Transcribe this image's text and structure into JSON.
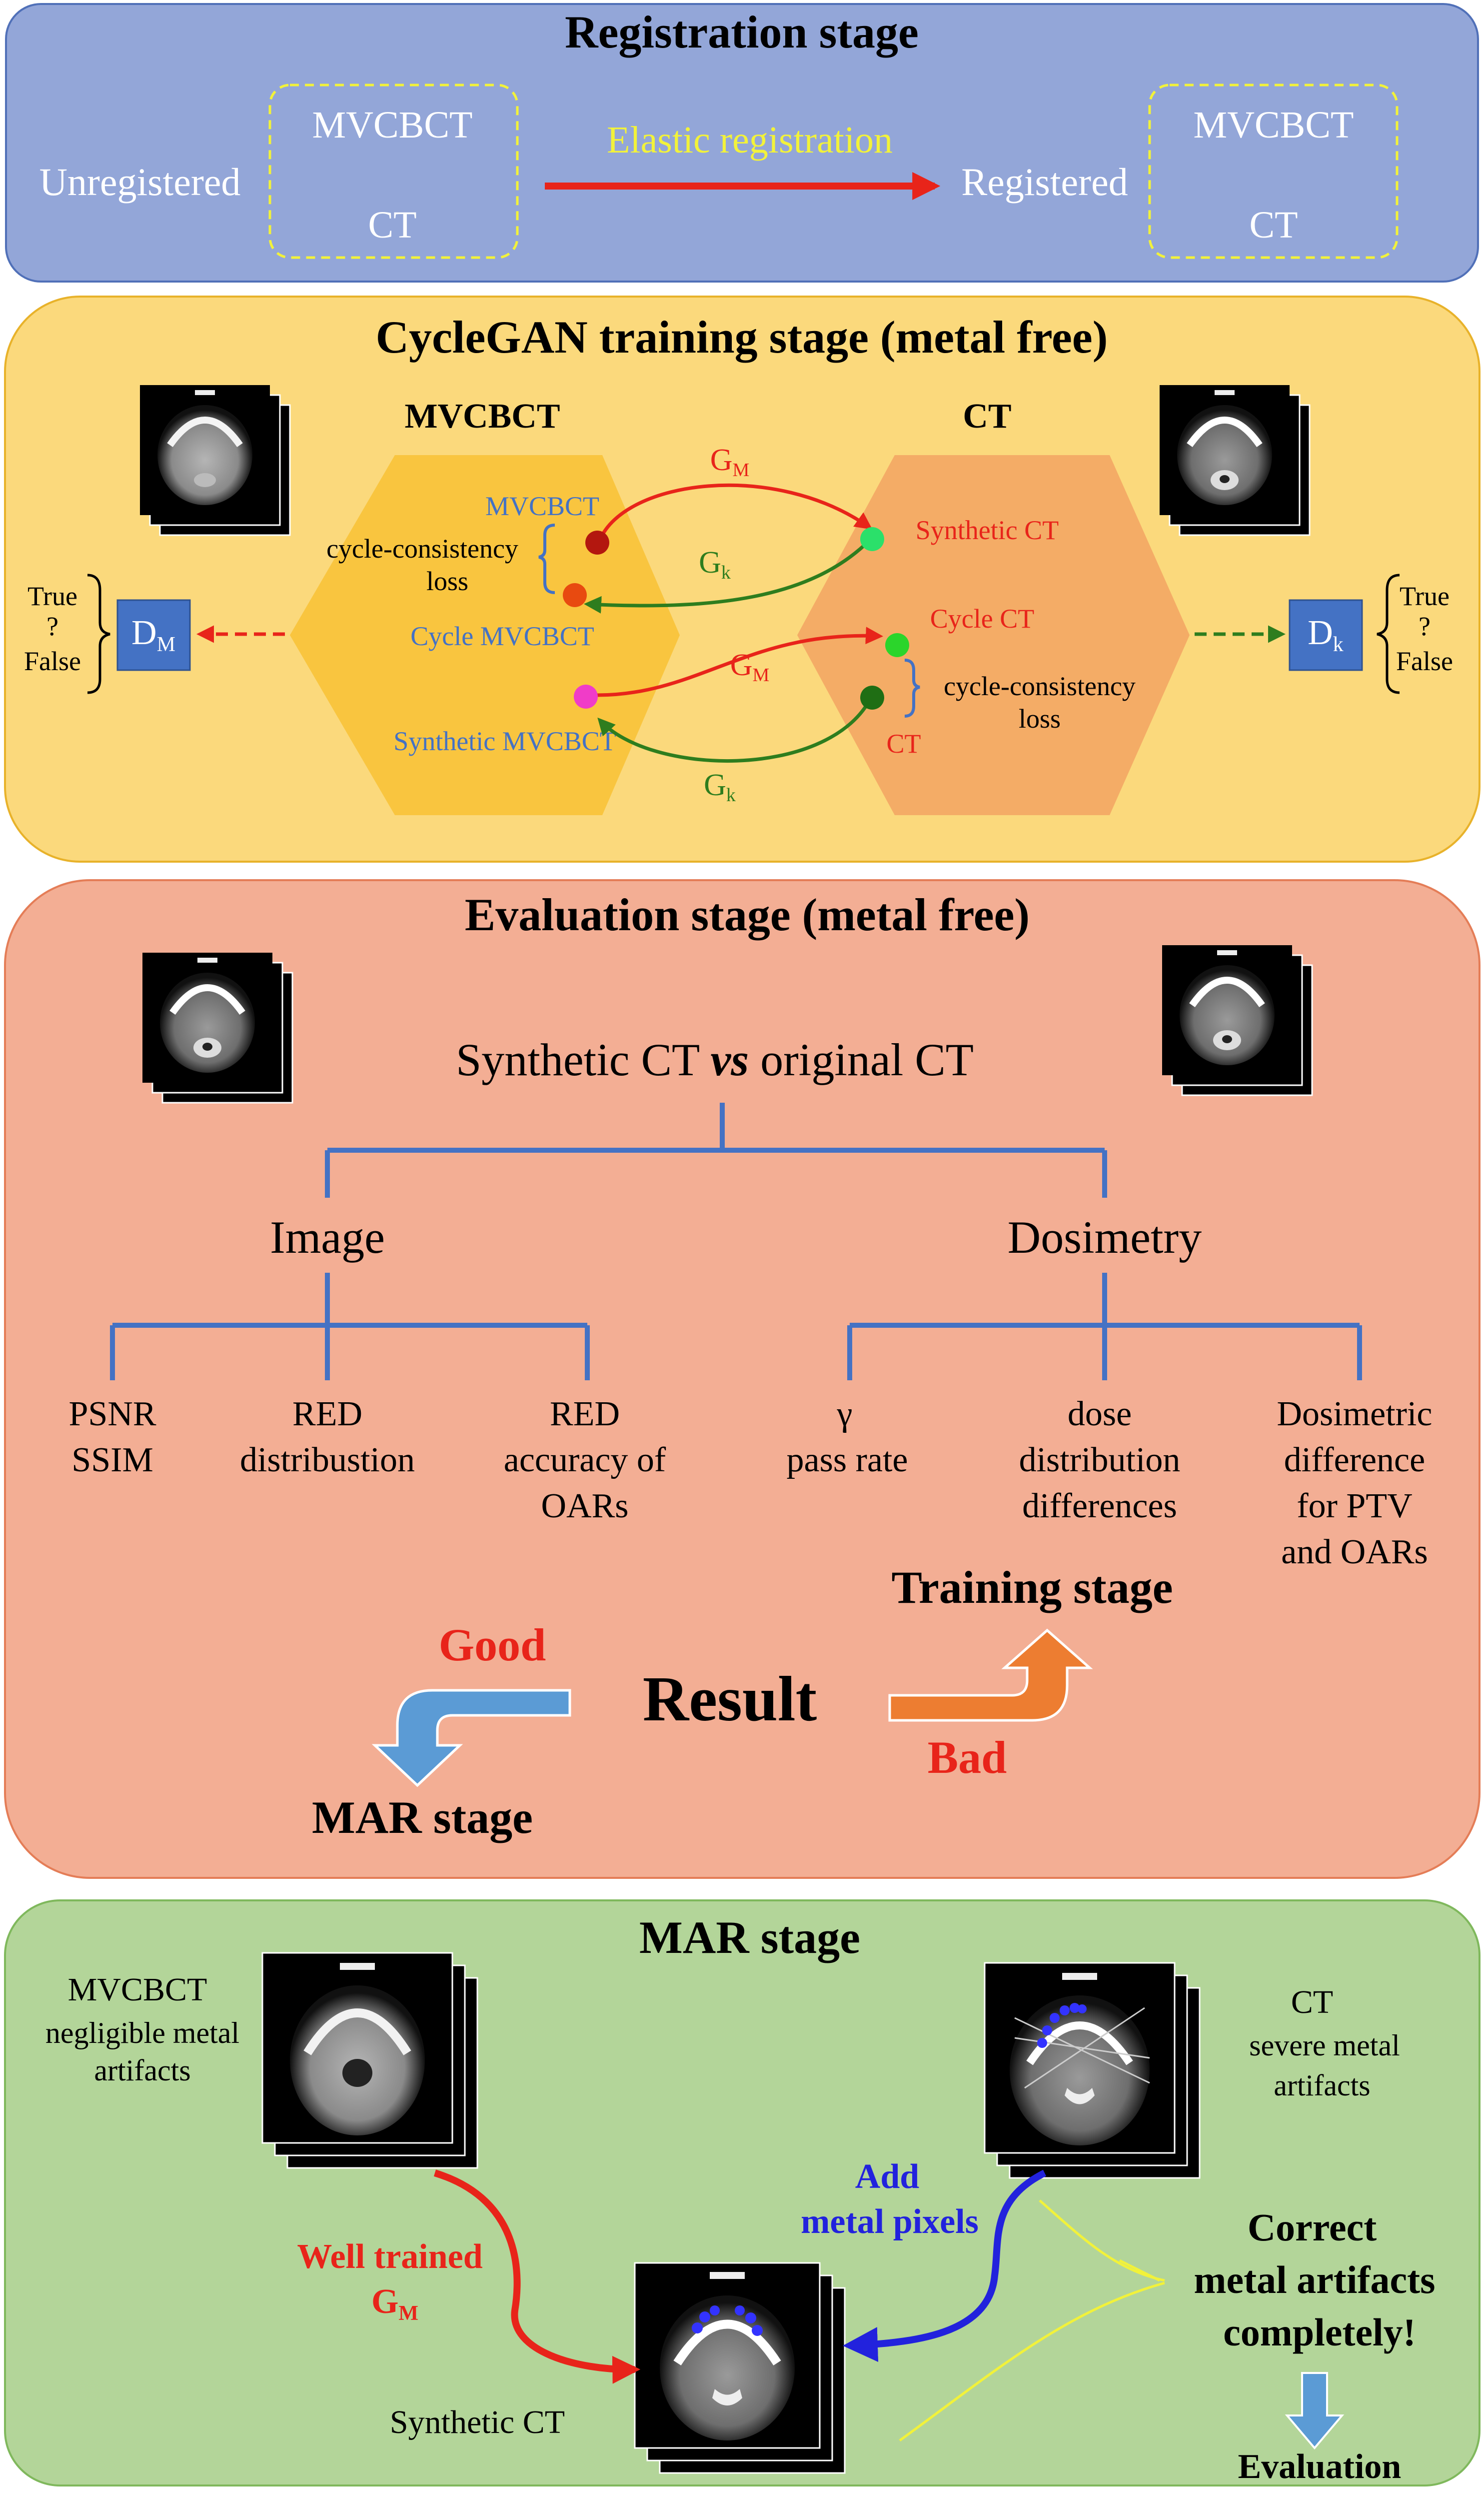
{
  "registration": {
    "title": "Registration stage",
    "unregistered": "Unregistered",
    "registered": "Registered",
    "arrow_label": "Elastic registration",
    "left_box": {
      "top": "MVCBCT",
      "bottom": "CT"
    },
    "right_box": {
      "top": "MVCBCT",
      "bottom": "CT"
    }
  },
  "cyclegan": {
    "title": "CycleGAN training stage (metal free)",
    "mvcbct_header": "MVCBCT",
    "ct_header": "CT",
    "left_discriminator": {
      "prefix": "D",
      "sub": "M",
      "true": "True",
      "q": "?",
      "false": "False"
    },
    "right_discriminator": {
      "prefix": "D",
      "sub": "k",
      "true": "True",
      "q": "?",
      "false": "False"
    },
    "mvcbct_point": "MVCBCT",
    "cycle_loss_left_1": "cycle-consistency",
    "cycle_loss_left_2": "loss",
    "cycle_mvcbct": "Cycle MVCBCT",
    "synthetic_mvcbct": "Synthetic MVCBCT",
    "synthetic_ct": "Synthetic CT",
    "cycle_ct": "Cycle CT",
    "cycle_loss_right_1": "cycle-consistency",
    "cycle_loss_right_2": "loss",
    "ct_point": "CT",
    "gm_top": {
      "prefix": "G",
      "sub": "M"
    },
    "gk_top": {
      "prefix": "G",
      "sub": "k"
    },
    "gm_bottom": {
      "prefix": "G",
      "sub": "M"
    },
    "gk_bottom": {
      "prefix": "G",
      "sub": "k"
    }
  },
  "evaluation": {
    "title": "Evaluation stage (metal free)",
    "comparison_pre": "Synthetic CT ",
    "comparison_vs": "vs",
    "comparison_post": " original CT",
    "image_header": "Image",
    "dosimetry_header": "Dosimetry",
    "image_items": [
      [
        "PSNR",
        "SSIM"
      ],
      [
        "RED",
        "distribustion"
      ],
      [
        "RED",
        "accuracy of",
        "OARs"
      ]
    ],
    "dosimetry_items": [
      [
        "γ",
        "pass rate"
      ],
      [
        "dose",
        "distribution",
        "differences"
      ],
      [
        "Dosimetric",
        "difference",
        "for PTV",
        "and OARs"
      ]
    ],
    "training_stage": "Training stage",
    "good": "Good",
    "result": "Result",
    "bad": "Bad",
    "mar_stage": "MAR stage"
  },
  "mar": {
    "title": "MAR stage",
    "mvcbct_caption": [
      "MVCBCT",
      "negligible metal",
      "artifacts"
    ],
    "ct_caption": [
      "CT",
      "severe metal",
      "artifacts"
    ],
    "well_trained": "Well trained",
    "gm": {
      "prefix": "G",
      "sub": "M"
    },
    "add_metal": [
      "Add",
      "metal pixels"
    ],
    "correct": [
      "Correct",
      "metal artifacts",
      "completely!"
    ],
    "synthetic_ct": "Synthetic CT",
    "evaluation": "Evaluation"
  },
  "colors": {
    "registration_bg": "#93A6D8",
    "cyclegan_bg": "#FBD97C",
    "evaluation_bg": "#F3AE94",
    "mar_bg": "#B3D599",
    "hexagon_left": "#F9C53F",
    "hexagon_right": "#F4AC66",
    "red_arrow": "#E8241A",
    "green_arrow": "#2E7D1E",
    "blue_text": "#4472C4",
    "yellow_text": "#F2F23A",
    "tree_lines": "#4472C4",
    "discriminator_box": "#4472C4"
  }
}
